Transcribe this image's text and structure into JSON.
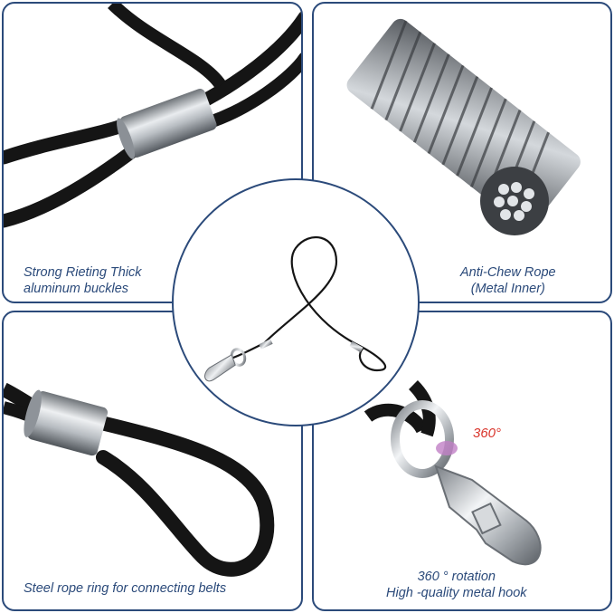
{
  "panels": {
    "top_left": {
      "caption_line1": "Strong Rieting Thick",
      "caption_line2": "aluminum buckles",
      "icon": "cable-loop-aluminum-sleeve"
    },
    "top_right": {
      "caption_line1": "Anti-Chew Rope",
      "caption_line2": "(Metal Inner)",
      "icon": "steel-wire-rope"
    },
    "bottom_left": {
      "caption_line1": "Steel rope ring for connecting belts",
      "icon": "cable-loop-ring"
    },
    "bottom_right": {
      "caption_line1": "360 ° rotation",
      "caption_line2": "High -quality metal hook",
      "rotation_label": "360°",
      "icon": "swivel-snap-hook"
    }
  },
  "center": {
    "icon": "tie-out-cable-full-view"
  },
  "colors": {
    "border": "#2b4a7a",
    "caption": "#2b4a7a",
    "accent_red": "#d9342b",
    "cable": "#1a1a1a",
    "metal": "#c0c4c8"
  }
}
